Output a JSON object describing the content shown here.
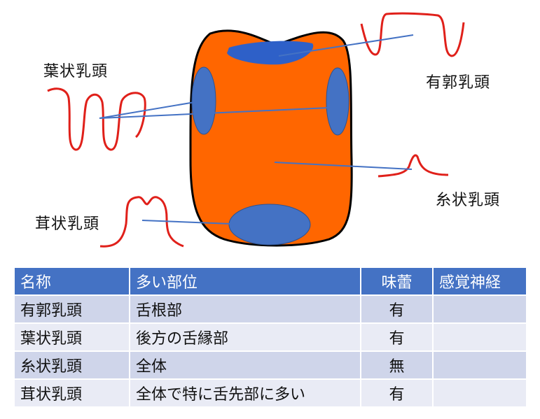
{
  "labels": {
    "foliate": "葉状乳頭",
    "circumvallate": "有郭乳頭",
    "filiform": "糸状乳頭",
    "fungiform": "茸状乳頭"
  },
  "colors": {
    "tongue": "#FF6600",
    "region": "#4472C4",
    "papilla_outline": "#E0201A",
    "header": "#4472C4",
    "row_odd": "#CFD5EA",
    "row_even": "#E9EBF5"
  },
  "table": {
    "headers": [
      "名称",
      "多い部位",
      "味蕾",
      "感覚神経"
    ],
    "rows": [
      [
        "有郭乳頭",
        "舌根部",
        "有",
        ""
      ],
      [
        "葉状乳頭",
        "後方の舌縁部",
        "有",
        ""
      ],
      [
        "糸状乳頭",
        "全体",
        "無",
        ""
      ],
      [
        "茸状乳頭",
        "全体で特に舌先部に多い",
        "有",
        ""
      ]
    ]
  }
}
